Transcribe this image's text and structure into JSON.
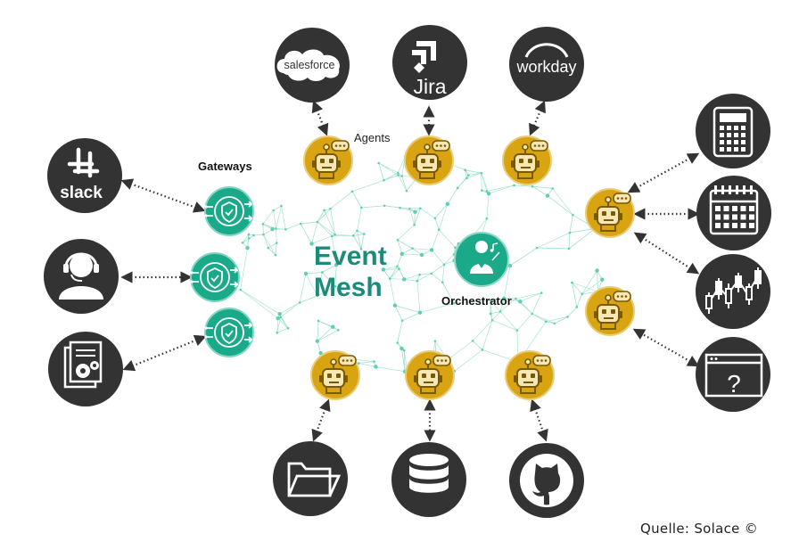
{
  "labels": {
    "agents": "Agents",
    "gateways": "Gateways",
    "event_mesh_line1": "Event",
    "event_mesh_line2": "Mesh",
    "orchestrator": "Orchestrator"
  },
  "apps": {
    "slack": "slack",
    "salesforce": "salesforce",
    "jira": "Jira",
    "workday": "workday",
    "help": "?"
  },
  "credit": "Quelle: Solace ©",
  "icons": {
    "gateway": "shield-gateway-icon",
    "agent": "robot-agent-icon",
    "orchestrator": "conductor-icon",
    "connector": "dotted-double-arrow"
  },
  "colors": {
    "dark": "#333333",
    "teal": "#1aaa8a",
    "mesh": "#8fd9c5",
    "agent_gold": "#d8a412",
    "agent_border": "#e6c35c",
    "label_teal": "#1c8c7a"
  }
}
